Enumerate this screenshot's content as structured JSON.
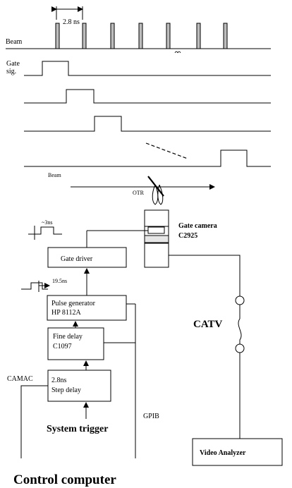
{
  "timing": {
    "pulse_period_label": "2.8 ns",
    "beam_label": "Beam",
    "gate_label_line1": "Gate",
    "gate_label_line2": "sig."
  },
  "setup": {
    "beam_label": "Beam",
    "otr_label": "OTR",
    "gate_camera_line1": "Gate camera",
    "gate_camera_line2": "C2925",
    "gate_width_label": "~3ns",
    "gate_driver_label": "Gate driver",
    "delay_label": "19.5ns",
    "pulse_generator_line1": "Pulse generator",
    "pulse_generator_line2": "HP 8112A",
    "fine_delay_line1": "Fine delay",
    "fine_delay_line2": "C1097",
    "step_delay_line1": "2.8ns",
    "step_delay_line2": "Step delay",
    "camac_label": "CAMAC",
    "gpib_label": "GPIB",
    "catv_label": "CATV",
    "video_analyzer_label": "Video Analyzer",
    "system_trigger_label": "System trigger",
    "control_computer_label": "Control computer"
  }
}
